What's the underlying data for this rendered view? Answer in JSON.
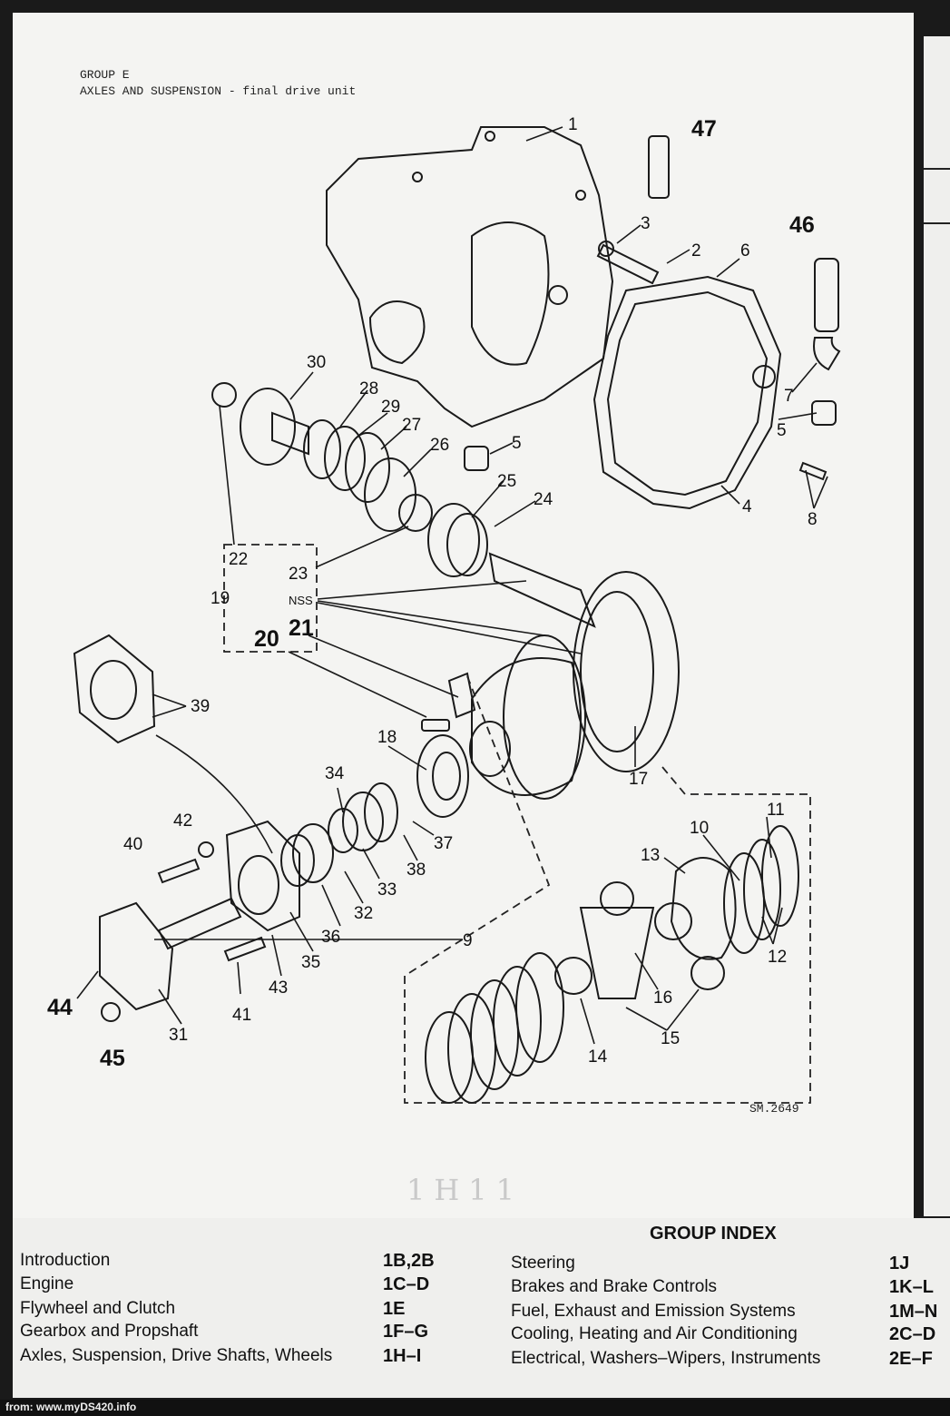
{
  "header": {
    "group": "GROUP E",
    "title": "AXLES AND SUSPENSION - final drive unit"
  },
  "diagram": {
    "reference": "SM.2649",
    "handwritten_note": "1H11",
    "callouts": [
      "1",
      "2",
      "3",
      "4",
      "5",
      "5",
      "6",
      "7",
      "8",
      "9",
      "10",
      "11",
      "12",
      "13",
      "14",
      "15",
      "16",
      "17",
      "18",
      "19",
      "20",
      "21",
      "22",
      "23",
      "24",
      "25",
      "26",
      "27",
      "28",
      "29",
      "30",
      "31",
      "32",
      "33",
      "34",
      "35",
      "36",
      "37",
      "38",
      "39",
      "40",
      "41",
      "42",
      "43",
      "44",
      "45",
      "46",
      "47",
      "NSS"
    ]
  },
  "group_index": {
    "title": "GROUP INDEX",
    "left": [
      {
        "label": "Introduction",
        "code": "1B,2B"
      },
      {
        "label": "Engine",
        "code": "1C–D"
      },
      {
        "label": "Flywheel and Clutch",
        "code": "1E"
      },
      {
        "label": "Gearbox and Propshaft",
        "code": "1F–G"
      },
      {
        "label": "Axles, Suspension, Drive Shafts, Wheels",
        "code": "1H–I"
      }
    ],
    "right": [
      {
        "label": "Steering",
        "code": "1J"
      },
      {
        "label": "Brakes and Brake Controls",
        "code": "1K–L"
      },
      {
        "label": "Fuel, Exhaust and Emission Systems",
        "code": "1M–N"
      },
      {
        "label": "Cooling, Heating and Air Conditioning",
        "code": "2C–D"
      },
      {
        "label": "Electrical, Washers–Wipers, Instruments",
        "code": "2E–F"
      }
    ]
  },
  "footer": {
    "source": "from: www.myDS420.info"
  }
}
